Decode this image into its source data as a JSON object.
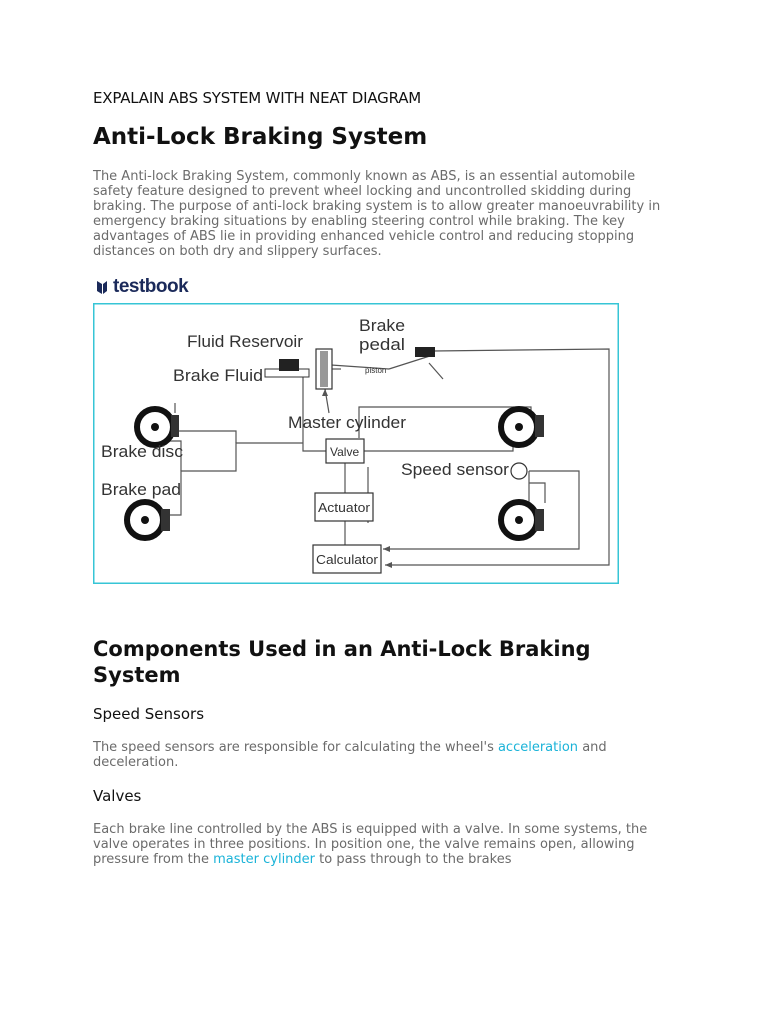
{
  "question": "EXPALAIN ABS SYSTEM WITH NEAT DIAGRAM",
  "heading": "Anti-Lock Braking System",
  "intro": "The Anti-lock Braking System, commonly known as ABS, is an essential automobile safety feature designed to prevent wheel locking and uncontrolled skidding during braking. The purpose of anti-lock braking system is to allow greater manoeuvrability in emergency braking situations by enabling steering control while braking. The key advantages of ABS lie in providing enhanced vehicle control and reducing stopping distances on both dry and slippery surfaces.",
  "logo": {
    "text": "testbook",
    "icon": "testbook-logo-icon",
    "color": "#1b2a5a"
  },
  "diagram": {
    "fluid_reservoir": "Fluid Reservoir",
    "brake_fluid": "Brake Fluid",
    "brake_pedal_1": "Brake",
    "brake_pedal_2": "pedal",
    "piston": "piston",
    "master_cylinder": "Master cylinder",
    "valve": "Valve",
    "speed_sensor": "Speed sensor",
    "brake_disc": "Brake disc",
    "brake_pad": "Brake pad",
    "actuator": "Actuator",
    "calculator": "Calculator",
    "border_color": "#36c5d6"
  },
  "components_heading": "Components Used in an Anti-Lock Braking System",
  "speed_sensors": {
    "heading": "Speed Sensors",
    "text_before": "The speed sensors are responsible for calculating the wheel's ",
    "link": "acceleration",
    "text_after": " and deceleration."
  },
  "valves": {
    "heading": "Valves",
    "text_before": "Each brake line controlled by the ABS is equipped with a valve. In some systems, the valve operates in three positions. In position one, the valve remains open, allowing pressure from the ",
    "link": "master cylinder",
    "text_after": " to pass through to the brakes"
  },
  "link_color": "#1ab3d8"
}
